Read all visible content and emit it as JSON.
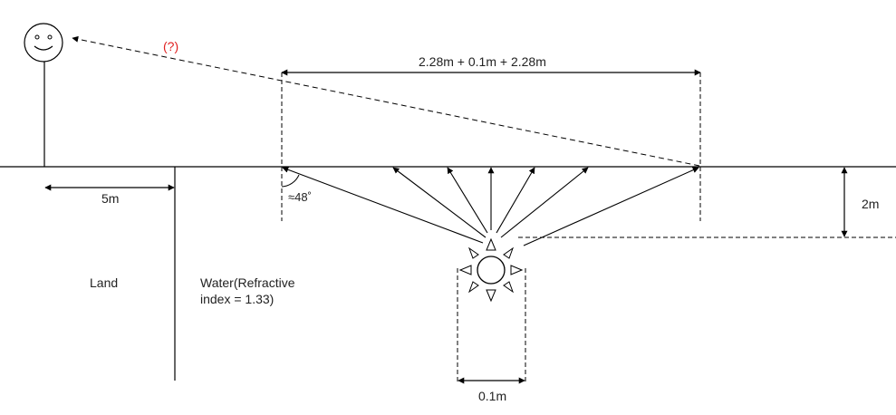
{
  "labels": {
    "question": "(?)",
    "span": "2.28m + 0.1m + 2.28m",
    "land_distance": "5m",
    "angle": "≈48˚",
    "depth": "2m",
    "land": "Land",
    "water": "Water(Refractive\nindex = 1.33)",
    "source_width": "0.1m"
  },
  "colors": {
    "line": "#000000",
    "question": "#e02020",
    "text": "#222222"
  },
  "icons": {
    "observer": "smiley-face-icon",
    "source": "sun-icon"
  }
}
